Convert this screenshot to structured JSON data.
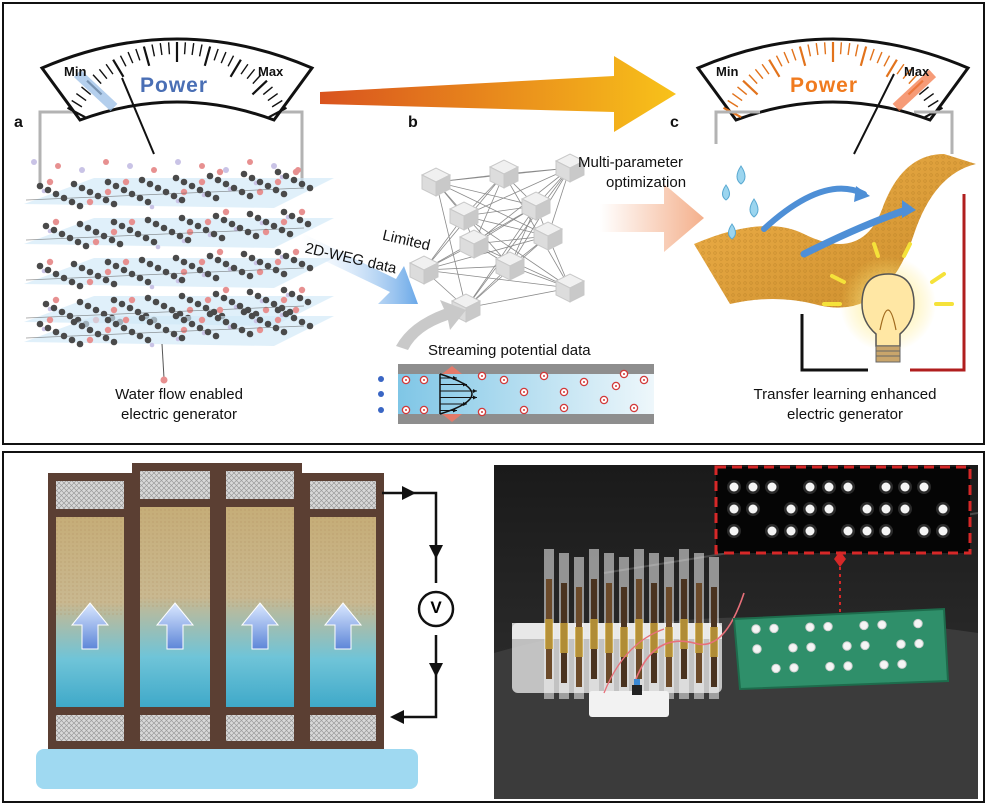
{
  "panel_a": {
    "letter": "a",
    "gauge": {
      "min": "Min",
      "max": "Max",
      "title": "Power",
      "title_color": "#4a6fb5",
      "level": 0.12
    },
    "caption_line1": "Water flow enabled",
    "caption_line2": "electric generator",
    "arrow_line1": "Limited",
    "arrow_line2": "2D-WEG data"
  },
  "panel_b": {
    "letter": "b",
    "streaming_label": "Streaming potential data",
    "opt_line1": "Multi-parameter",
    "opt_line2": "optimization"
  },
  "panel_c": {
    "letter": "c",
    "gauge": {
      "min": "Min",
      "max": "Max",
      "title": "Power",
      "title_color": "#f07b1f",
      "level": 0.88
    },
    "caption_line1": "Transfer learning enhanced",
    "caption_line2": "electric generator"
  },
  "bottom": {
    "voltmeter_symbol": "V"
  },
  "colors": {
    "accent_blue": "#4a6fb5",
    "accent_orange": "#f07b1f",
    "membrane_gold": "#d9a040",
    "frame_brown": "#5b3f33",
    "led_box_red": "#d62828"
  }
}
